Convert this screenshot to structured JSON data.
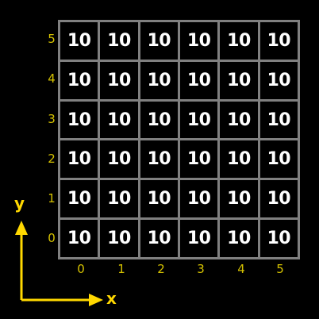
{
  "grid": {
    "rows": [
      [
        "10",
        "10",
        "10",
        "10",
        "10",
        "10"
      ],
      [
        "10",
        "10",
        "10",
        "10",
        "10",
        "10"
      ],
      [
        "10",
        "10",
        "10",
        "10",
        "10",
        "10"
      ],
      [
        "10",
        "10",
        "10",
        "10",
        "10",
        "10"
      ],
      [
        "10",
        "10",
        "10",
        "10",
        "10",
        "10"
      ],
      [
        "10",
        "10",
        "10",
        "10",
        "10",
        "10"
      ]
    ]
  },
  "y_ticks": [
    "5",
    "4",
    "3",
    "2",
    "1",
    "0"
  ],
  "x_ticks": [
    "0",
    "1",
    "2",
    "3",
    "4",
    "5"
  ],
  "axes": {
    "x_label": "x",
    "y_label": "y"
  },
  "colors": {
    "background": "#000000",
    "grid_line": "#808080",
    "cell_text": "#ffffff",
    "tick_text": "#d4c100",
    "axis": "#ffd800"
  }
}
